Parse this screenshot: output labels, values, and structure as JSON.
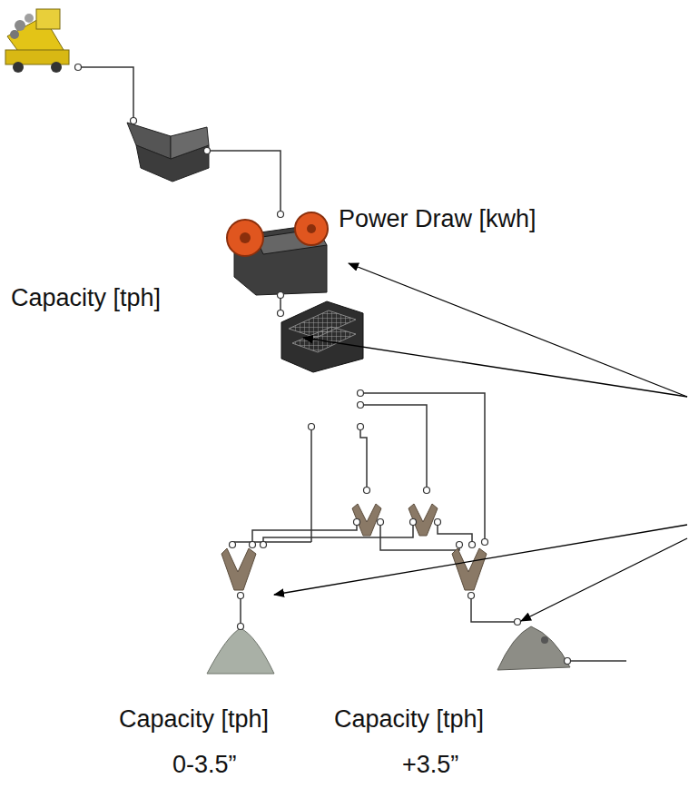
{
  "diagram": {
    "labels": [
      "Power Draw [kwh]",
      "Capacity [tph]",
      "Capacity [tph]",
      "Capacity [tph]",
      "0-3.5”",
      "+3.5”"
    ]
  }
}
